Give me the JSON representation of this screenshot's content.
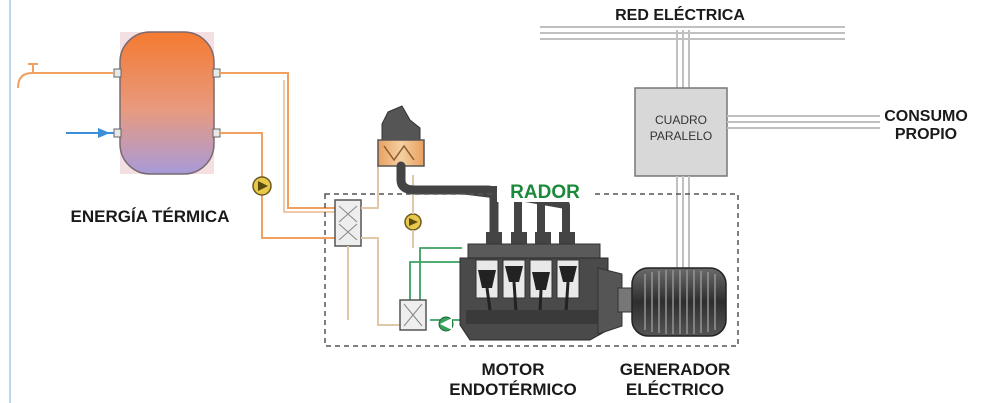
{
  "labels": {
    "grid": "RED ELÉCTRICA",
    "panel_line1": "CUADRO",
    "panel_line2": "PARALELO",
    "own_use_line1": "CONSUMO",
    "own_use_line2": "PROPIO",
    "thermal": "ENERGÍA TÉRMICA",
    "radiator": "RADOR",
    "engine_line1": "MOTOR",
    "engine_line2": "ENDOTÉRMICO",
    "generator_line1": "GENERADOR",
    "generator_line2": "ELÉCTRICO"
  },
  "colors": {
    "hot_water": "#f0a060",
    "tank_top": "#f47a30",
    "tank_bottom": "#a89ad8",
    "cold_inlet": "#3a8fd8",
    "pump": "#e8c84a",
    "coolant_line": "#e0c8a8",
    "green_line": "#3aa060",
    "green_label": "#1a8a3a",
    "engine": "#4a4a4a",
    "panel_fill": "#d8d8d8",
    "power_line": "#c8c8c8"
  },
  "icons": {
    "tank": "hot-water-tank-icon",
    "pump": "circulation-pump-icon",
    "heat_exchanger": "heat-exchanger-icon",
    "exhaust": "exhaust-heat-exchanger-icon",
    "engine": "engine-icon",
    "generator": "generator-icon"
  }
}
